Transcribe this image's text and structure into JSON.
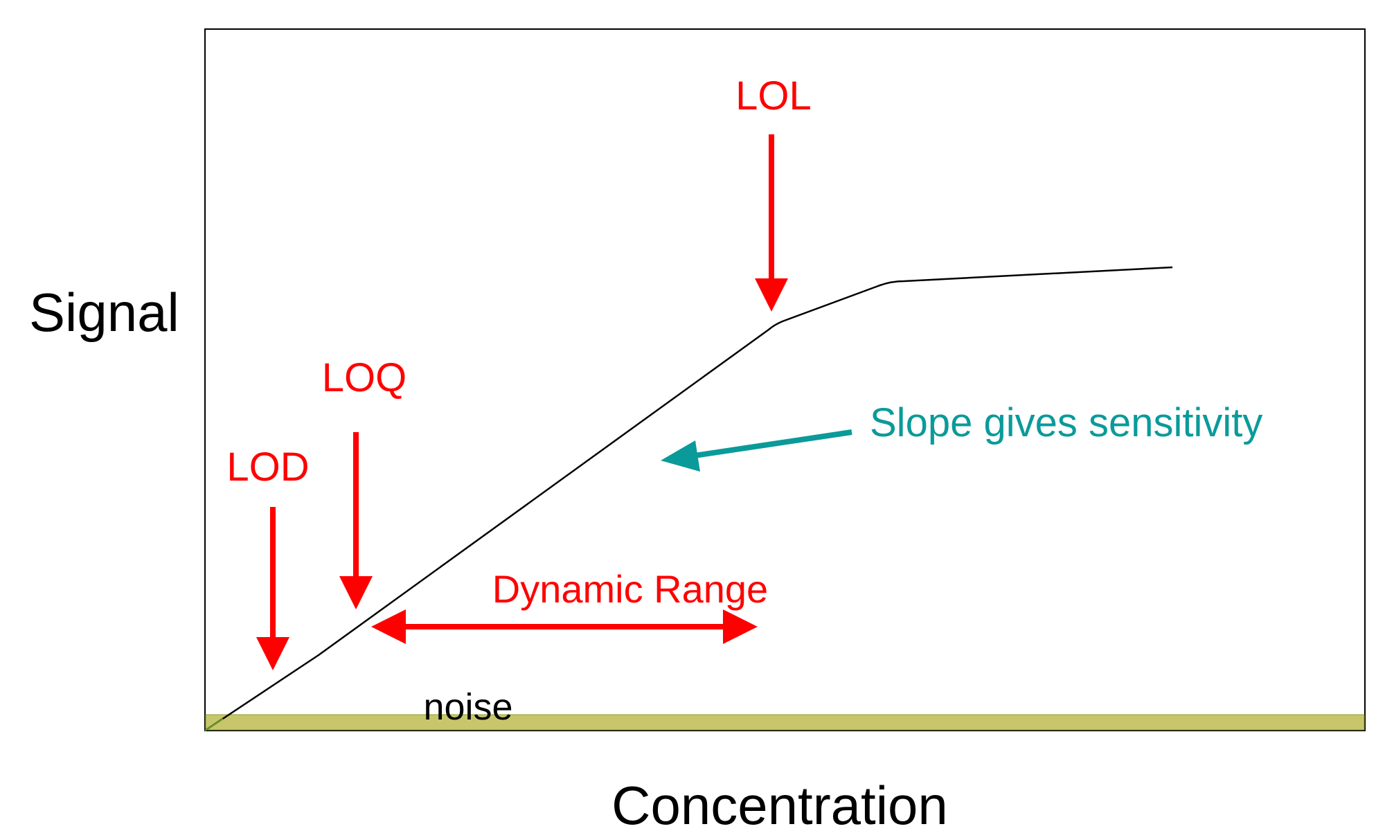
{
  "axes": {
    "y_label": "Signal",
    "x_label": "Concentration"
  },
  "annotations": {
    "lol": "LOL",
    "loq": "LOQ",
    "lod": "LOD",
    "dynamic_range": "Dynamic Range",
    "slope": "Slope gives sensitivity",
    "noise": "noise"
  },
  "colors": {
    "frame": "#000000",
    "curve": "#000000",
    "limit_arrows": "#ff0000",
    "slope_arrow": "#0b9a9a",
    "noise_band": "#c8c66a",
    "noise_band_edge": "#8aa02c"
  }
}
